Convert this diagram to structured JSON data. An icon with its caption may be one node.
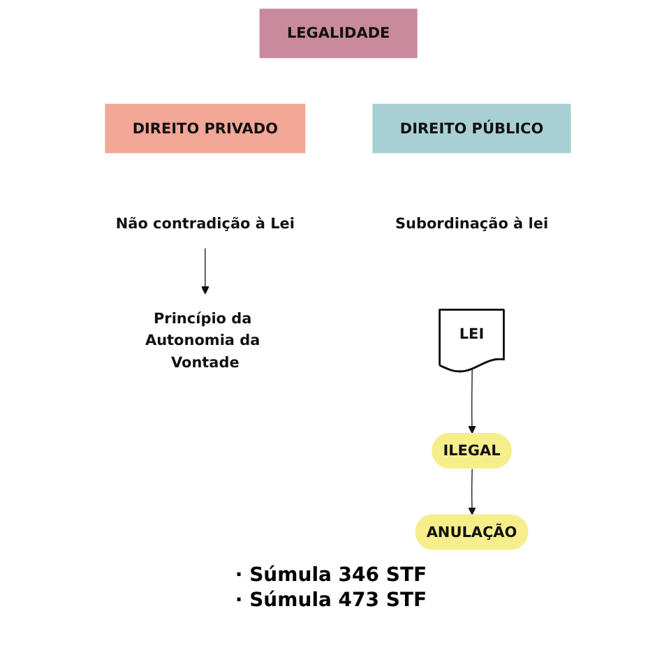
{
  "diagram": {
    "nodes": [
      {
        "text": [
          "LEGALIDADE"
        ]
      },
      {
        "text": [
          "DIREITO PRIVADO"
        ]
      },
      {
        "text": [
          "DIREITO PÚBLICO"
        ]
      },
      {
        "text": [
          "Não contradição à Lei"
        ]
      },
      {
        "text": [
          "Princípio da Autonomia da Vontade"
        ]
      },
      {
        "text": [
          "Subordinação à lei"
        ]
      },
      {
        "text": [
          "LEI"
        ]
      },
      {
        "text": [
          "ILEGAL"
        ]
      },
      {
        "text": [
          "ANULAÇÃO"
        ]
      }
    ],
    "edges": [
      {
        "from": 3,
        "to": 4,
        "arrow": "to"
      },
      {
        "from": 6,
        "to": 7,
        "arrow": "to"
      },
      {
        "from": 7,
        "to": 8,
        "arrow": "to"
      }
    ],
    "labels": [
      "· Súmula 346 STF",
      "· Súmula 473 STF"
    ]
  }
}
